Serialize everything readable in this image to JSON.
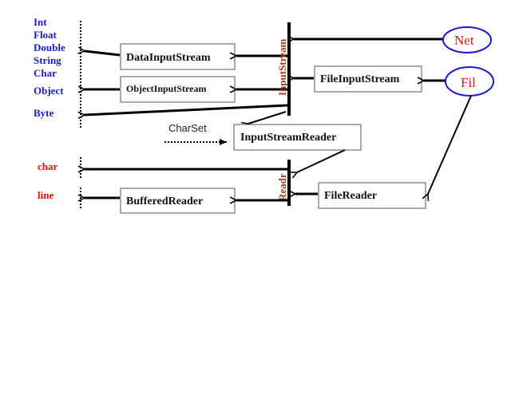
{
  "data_types": {
    "group1": [
      "Int",
      "Float",
      "Double",
      "String",
      "Char"
    ],
    "object": "Object",
    "byte": "Byte",
    "char": "char",
    "line": "line"
  },
  "classes": {
    "data_input_stream": "DataInputStream",
    "object_input_stream": "ObjectInputStream",
    "file_input_stream": "FileInputStream",
    "input_stream_reader": "InputStreamReader",
    "buffered_reader": "BufferedReader",
    "file_reader": "FileReader"
  },
  "bars": {
    "input_stream": "InputStream",
    "reader": "Readr"
  },
  "sources": {
    "net": "Net",
    "file": "Fil"
  },
  "charset_label": "CharSet"
}
